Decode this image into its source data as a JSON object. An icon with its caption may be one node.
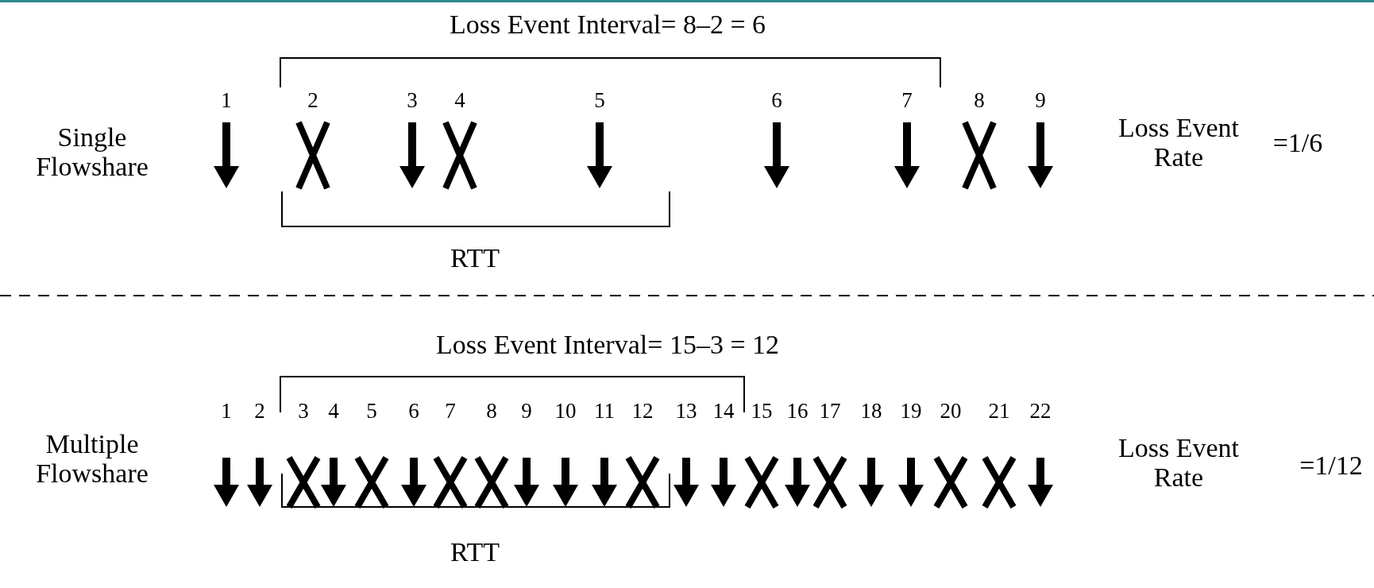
{
  "diagram": {
    "labels": [
      "Loss Event Interval= 8–2 = 6",
      "1",
      "2",
      "3",
      "4",
      "5",
      "6",
      "7",
      "8",
      "9",
      "Single Flowshare",
      "Loss Event Rate",
      "=1/6",
      "RTT",
      "Loss Event Interval= 15–3 = 12",
      "1",
      "2",
      "3",
      "4",
      "5",
      "6",
      "7",
      "8",
      "9",
      "10",
      "11",
      "12",
      "13",
      "14",
      "15",
      "16",
      "17",
      "18",
      "19",
      "20",
      "21",
      "22",
      "Multiple Flowshare",
      "Loss Event Rate",
      "=1/12",
      "RTT"
    ]
  }
}
